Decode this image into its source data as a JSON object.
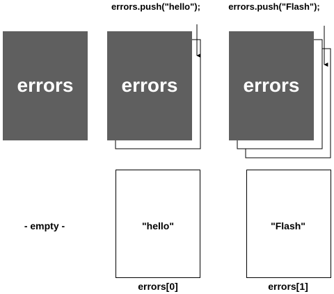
{
  "stack_label": "errors",
  "steps": [
    {
      "code": "",
      "stacked_sheets": 0,
      "slot_value": "- empty -",
      "slot_index": ""
    },
    {
      "code": "errors.push(\"hello\");",
      "stacked_sheets": 1,
      "slot_value": "\"hello\"",
      "slot_index": "errors[0]"
    },
    {
      "code": "errors.push(\"Flash\");",
      "stacked_sheets": 2,
      "slot_value": "\"Flash\"",
      "slot_index": "errors[1]"
    }
  ],
  "colors": {
    "block_fill": "#5f5f5f",
    "block_text": "#ffffff",
    "outline": "#000000",
    "background": "#ffffff"
  }
}
